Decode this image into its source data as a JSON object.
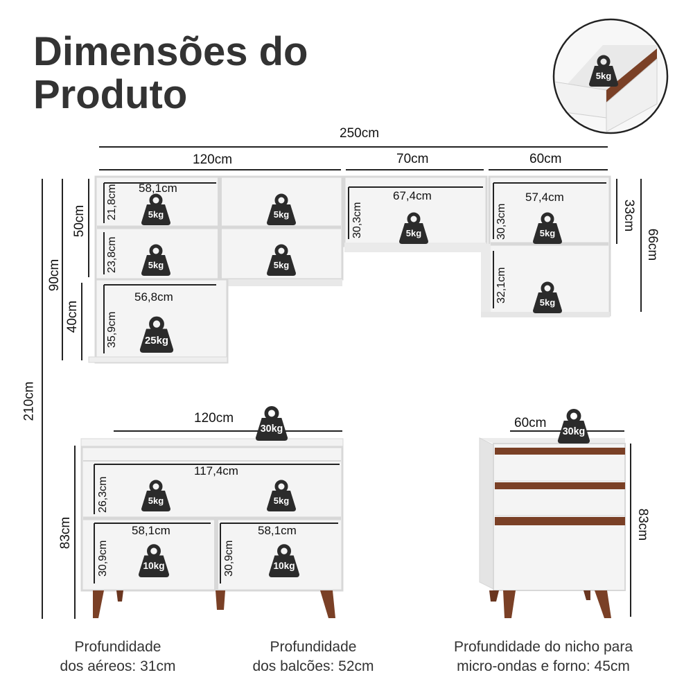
{
  "title": {
    "line1": "Dimensões do",
    "line2": "Produto"
  },
  "top": {
    "total": "250cm",
    "left": "120cm",
    "middle": "70cm",
    "right": "60cm"
  },
  "left_dims": {
    "d210": "210cm",
    "d90": "90cm",
    "d50": "50cm",
    "d40": "40cm",
    "d83": "83cm"
  },
  "right_dims": {
    "d33": "33cm",
    "d66": "66cm",
    "d83": "83cm"
  },
  "aereo": {
    "w1": "58,1cm",
    "h1": "21,8cm",
    "h2": "23,8cm",
    "w2": "56,8cm",
    "h3": "35,9cm",
    "w3": "67,4cm",
    "h4": "30,3cm",
    "w4": "57,4cm",
    "h5": "30,3cm",
    "h6": "32,1cm"
  },
  "balcao": {
    "width": "120cm",
    "inner_w": "117,4cm",
    "inner_h": "26,3cm",
    "w_left": "58,1cm",
    "h_left": "30,9cm",
    "w_right": "58,1cm",
    "h_right": "30,9cm"
  },
  "gaveteiro": {
    "width": "60cm"
  },
  "weights": {
    "w5": "5kg",
    "w10": "10kg",
    "w25": "25kg",
    "w30": "30kg"
  },
  "notes": {
    "aereos_l1": "Profundidade",
    "aereos_l2": "dos aéreos: 31cm",
    "balcoes_l1": "Profundidade",
    "balcoes_l2": "dos balcões: 52cm",
    "nicho_l1": "Profundidade do nicho para",
    "nicho_l2": "micro-ondas e forno: 45cm"
  },
  "colors": {
    "cabinet": "#f4f4f4",
    "edge": "#d8d8d8",
    "wood": "#7a4026",
    "ink": "#222222",
    "weight": "#2b2b2b"
  }
}
